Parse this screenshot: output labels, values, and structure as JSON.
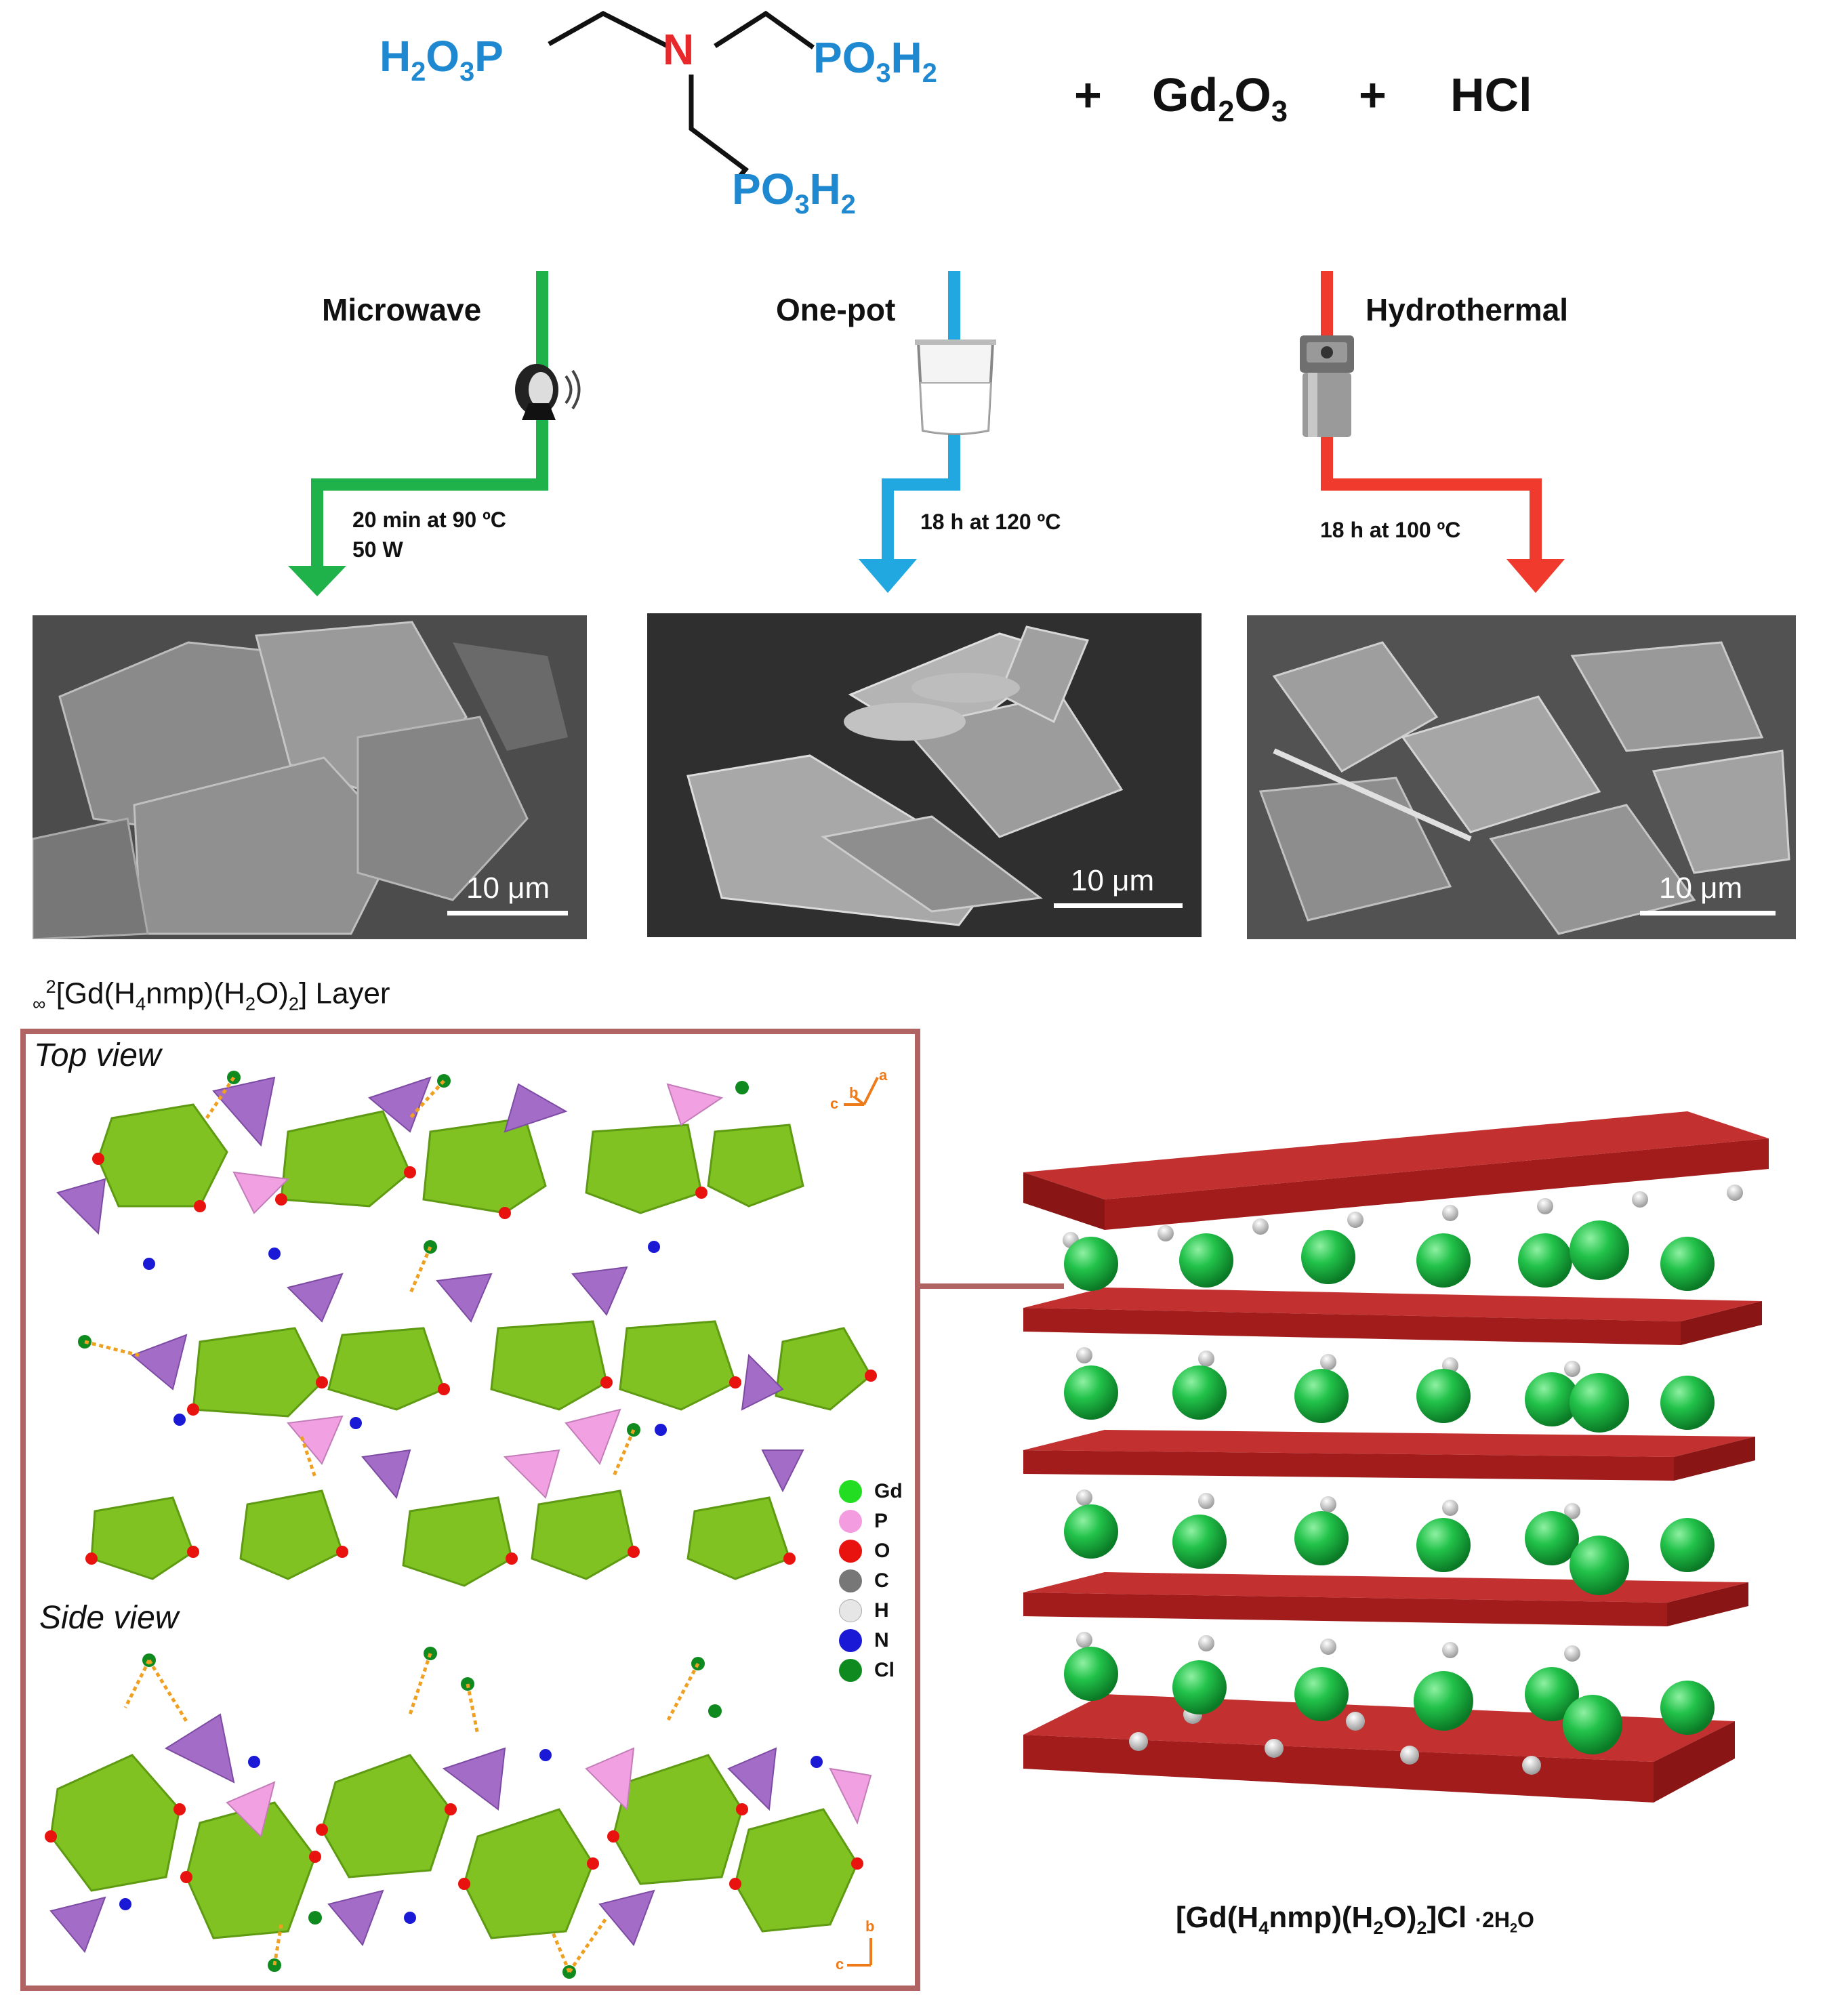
{
  "reagents": {
    "left_group": "H2O3P",
    "center_atom": "N",
    "right_group": "PO3H2",
    "bottom_group": "PO3H2",
    "plus_1": "+",
    "oxide": "Gd2O3",
    "plus_2": "+",
    "acid": "HCl"
  },
  "routes": [
    {
      "name": "Microwave",
      "conditions_line1": "20 min at 90 ºC",
      "conditions_line2": "50 W",
      "color": "#1fb24a"
    },
    {
      "name": "One-pot",
      "conditions_line1": "18 h at 120 ºC",
      "conditions_line2": "",
      "color": "#22a8e0"
    },
    {
      "name": "Hydrothermal",
      "conditions_line1": "18 h at 100 ºC",
      "conditions_line2": "",
      "color": "#ef3a2d"
    }
  ],
  "sem_images": {
    "scale_label": "10 μm"
  },
  "structure": {
    "layer_title": "∞2[Gd(H4nmp)(H2O)2] Layer",
    "top_view_label": "Top view",
    "side_view_label": "Side view",
    "axis_top": {
      "a": "a",
      "b": "b",
      "c": "c"
    },
    "axis_side": {
      "b": "b",
      "c": "c"
    },
    "frame_color": "#b06464",
    "legend": [
      {
        "label": "Gd",
        "color": "#22dd22"
      },
      {
        "label": "P",
        "color": "#f39de0"
      },
      {
        "label": "O",
        "color": "#e8120e"
      },
      {
        "label": "C",
        "color": "#777777"
      },
      {
        "label": "H",
        "color": "#e6e6e6"
      },
      {
        "label": "N",
        "color": "#1a1ad6"
      },
      {
        "label": "Cl",
        "color": "#0f8a1e"
      }
    ]
  },
  "schematic": {
    "formula": "[Gd(H4nmp)(H2O)2]Cl ·2H2O",
    "slab_color": "#a31c1c",
    "ion_color": "#22c24a"
  }
}
